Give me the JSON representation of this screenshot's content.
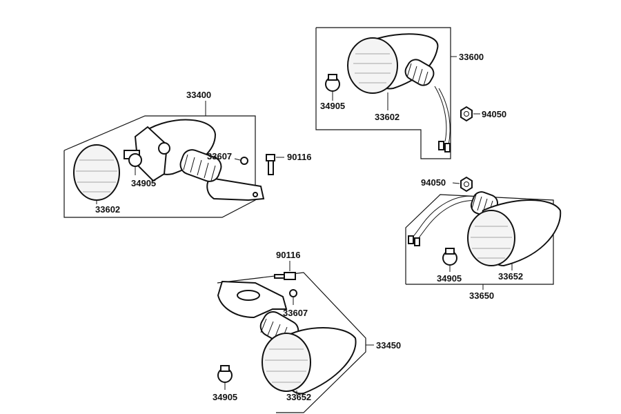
{
  "diagram": {
    "labels": {
      "assembly_33600": "33600",
      "bulb_34905_a": "34905",
      "lens_33602_a": "33602",
      "nut_94050_a": "94050",
      "assembly_33400": "33400",
      "screw_90116_a": "90116",
      "washer_33607_a": "33607",
      "bulb_34905_b": "34905",
      "lens_33602_b": "33602",
      "nut_94050_b": "94050",
      "bulb_34905_c": "34905",
      "lens_33652_a": "33652",
      "assembly_33650": "33650",
      "screw_90116_b": "90116",
      "washer_33607_b": "33607",
      "assembly_33450": "33450",
      "bulb_34905_d": "34905",
      "lens_33652_b": "33652"
    }
  }
}
